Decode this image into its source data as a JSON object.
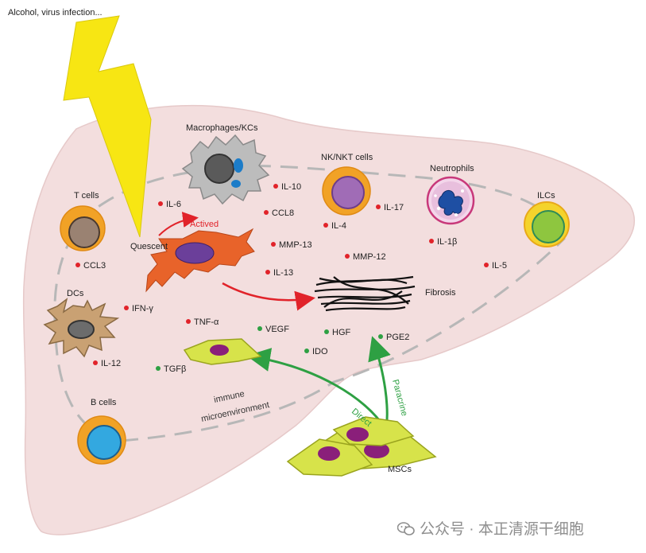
{
  "trigger": "Alcohol, virus infection...",
  "cells": {
    "macrophages": "Macrophages/KCs",
    "nk": "NK/NKT cells",
    "neutrophils": "Neutrophils",
    "ilcs": "ILCs",
    "tcells": "T cells",
    "dcs": "DCs",
    "bcells": "B cells",
    "mscs": "MSCs"
  },
  "hsc": {
    "quiescent": "Quescent",
    "activated": "Actived"
  },
  "fibrosis": "Fibrosis",
  "environment": [
    "immune",
    "microenvironment"
  ],
  "pathways": {
    "direct": "Direct",
    "paracrine": "Paracrine"
  },
  "red_factors": [
    "IL-6",
    "IL-10",
    "CCL8",
    "IL-17",
    "IL-4",
    "MMP-13",
    "MMP-12",
    "IL-13",
    "IL-1β",
    "IL-5",
    "CCL3",
    "IFN-γ",
    "TNF-α",
    "IL-12"
  ],
  "green_factors": [
    "VEGF",
    "HGF",
    "PGE2",
    "IDO",
    "TGFβ"
  ],
  "watermark": "公众号 · 本正清源干细胞",
  "colors": {
    "liver": "#f3dede",
    "bolt": "#f7e613",
    "red_dot": "#e1232a",
    "green_dot": "#2ea043",
    "hsc": "#e8632a",
    "msc": "#d7e34a"
  }
}
